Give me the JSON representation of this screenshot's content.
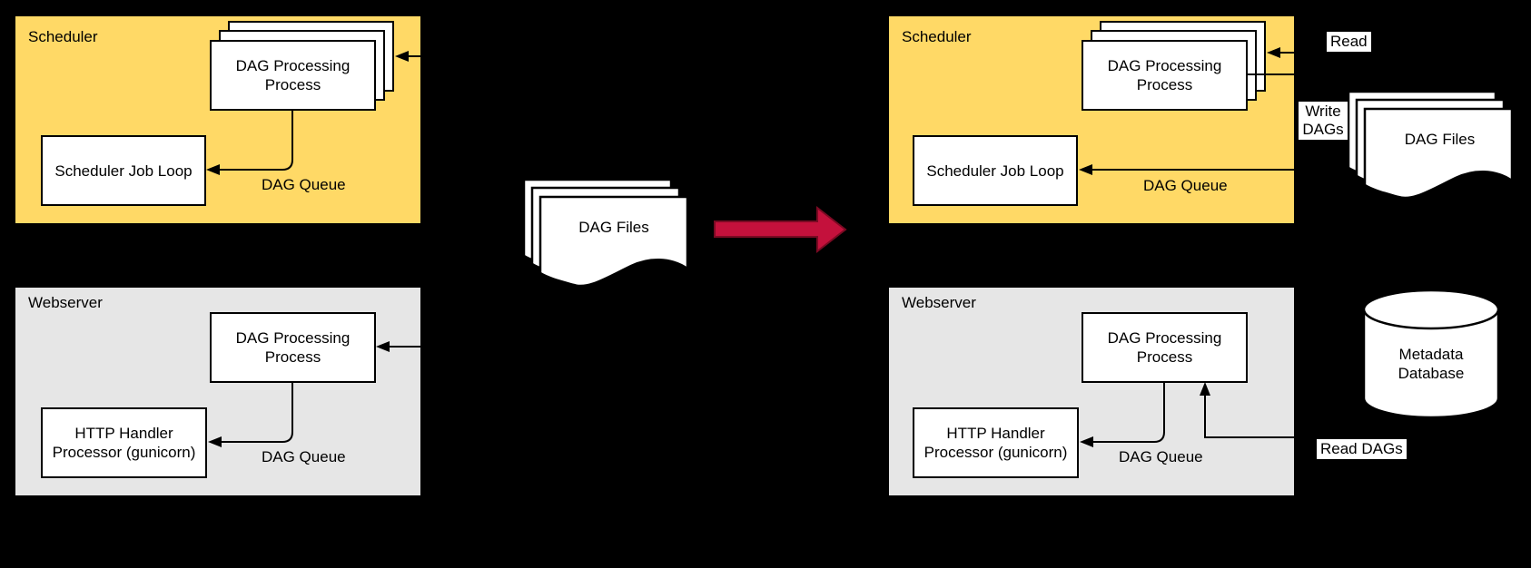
{
  "colors": {
    "background": "#000000",
    "scheduler_fill": "#FFD966",
    "webserver_fill": "#E6E6E6",
    "panel_stroke": "#000000",
    "arrow_red_fill": "#C4113C",
    "arrow_red_stroke": "#7A0A23"
  },
  "scheduler_left": {
    "title": "Scheduler",
    "dag_processing_process": "DAG Processing Process",
    "scheduler_job_loop": "Scheduler Job Loop",
    "dag_queue_label": "DAG Queue"
  },
  "webserver_left": {
    "title": "Webserver",
    "dag_processing_process": "DAG Processing Process",
    "http_handler": "HTTP Handler Processor (gunicorn)",
    "dag_queue_label": "DAG Queue"
  },
  "scheduler_right": {
    "title": "Scheduler",
    "dag_processing_process": "DAG Processing Process",
    "scheduler_job_loop": "Scheduler Job Loop",
    "dag_queue_label": "DAG Queue"
  },
  "webserver_right": {
    "title": "Webserver",
    "dag_processing_process": "DAG Processing Process",
    "http_handler": "HTTP Handler Processor (gunicorn)",
    "dag_queue_label": "DAG Queue"
  },
  "center": {
    "dag_files": "DAG Files"
  },
  "right_side": {
    "dag_files": "DAG Files",
    "metadata_database": "Metadata Database",
    "read_label": "Read",
    "write_dags_label": "Write DAGs",
    "read_dags_label": "Read DAGs"
  }
}
